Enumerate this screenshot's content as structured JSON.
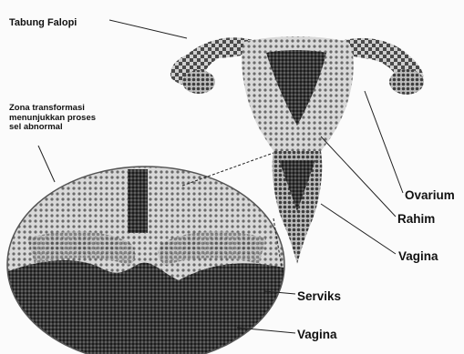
{
  "labels": {
    "tabung_falopi": "Tabung Falopi",
    "zona_transformasi": "Zona transformasi menunjukkan proses sel abnormal",
    "ovarium": "Ovarium",
    "rahim": "Rahim",
    "vagina_top": "Vagina",
    "serviks": "Serviks",
    "vagina_bottom": "Vagina"
  },
  "colors": {
    "ink": "#111111",
    "halftone_dark": "#3a3a3a",
    "halftone_mid": "#7a7a7a",
    "paper": "#fbfbfb"
  }
}
